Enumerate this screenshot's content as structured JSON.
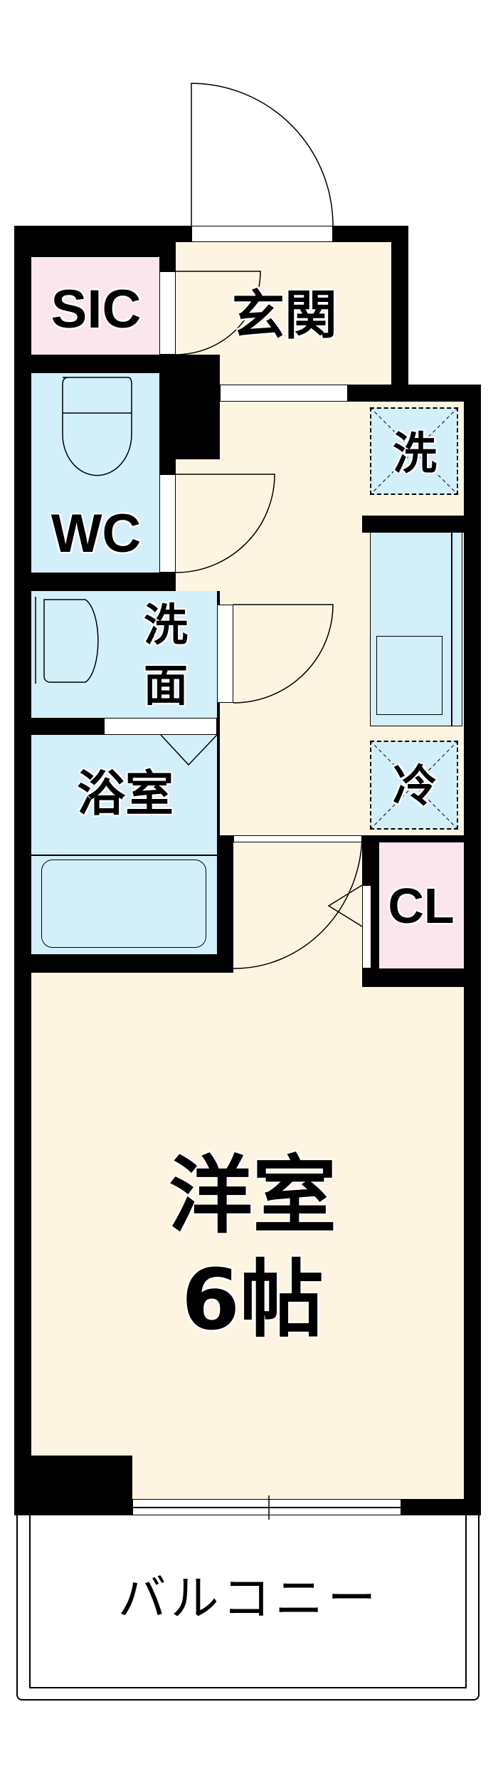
{
  "rooms": {
    "sic": "SIC",
    "genkan": "玄関",
    "wc": "WC",
    "washer": "洗",
    "senmen_1": "洗",
    "senmen_2": "面",
    "bath": "浴室",
    "fridge": "冷",
    "closet": "CL",
    "western_room": "洋室",
    "western_room_size": "6帖",
    "balcony": "バルコニー"
  },
  "colors": {
    "wall": "#000000",
    "floor": "#fdf5e1",
    "wet_area": "#d3effa",
    "storage": "#fce6ee"
  }
}
